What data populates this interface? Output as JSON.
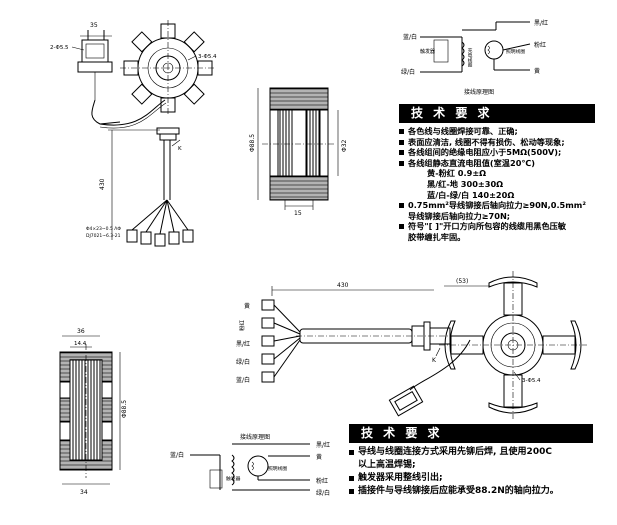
{
  "wiring_top": {
    "title": "接线原理图",
    "left_labels": [
      "蓝/白",
      "绿/白"
    ],
    "right_labels": [
      "黑/红",
      "粉红",
      "黄"
    ],
    "coil_trigger": "触发器",
    "coil_charge": "充电线圈",
    "coil_lighting": "照明线圈"
  },
  "spec1": {
    "title": "技 术 要 求",
    "items": [
      "各色线与线圈焊接可靠、正确;",
      "表面应清洁, 线圈不得有损伤、松动等现象;",
      "各线组间的绝缘电阻应小于5MΩ(500V);",
      "各线组静态直流电阻值(室温20℃)"
    ],
    "resistance_rows": [
      "黄-粉红 0.9±Ω",
      "黑/红-地 300±30Ω",
      "蓝/白-绿/白 140±20Ω"
    ],
    "items_b": [
      "0.75mm²导线铆接后轴向拉力≥90N,0.5mm²",
      "导线铆接后轴向拉力≥70N;",
      "符号\"[ ]\"开口方向所包容的线缆用黑色压敏",
      "胶带缠扎牢固。"
    ]
  },
  "spec2": {
    "title": "技 术 要 求",
    "items": [
      "导线与线圈连接方式采用先铆后焊, 且使用200C",
      "以上高温焊锡;",
      "触发器采用整线引出;",
      "插接件与导线铆接后应能承受88.2N的轴向拉力。"
    ]
  },
  "wiring_bottom": {
    "title": "接线原理图",
    "left_label": "蓝/白",
    "right_labels": [
      "黑/红",
      "黄",
      "粉红",
      "绿/白"
    ],
    "coil_trigger": "触发器",
    "coil_lighting": "照明线圈"
  },
  "dims": {
    "top_left_35": "35",
    "top_left_hole": "2-Φ5.5",
    "top_left_hole2": "3-Φ5.4",
    "top_left_430": "430",
    "top_left_note": "Φ4×23~0.5 ΛΦ",
    "top_left_note2": "DJ7021~6.3-21",
    "mid_885": "Φ88.5",
    "mid_32": "Φ32",
    "mid_15": "15",
    "bot_left_36": "36",
    "bot_left_144": "14.4",
    "bot_left_885": "Φ88.5",
    "bot_left_34": "34",
    "bot_430": "430",
    "bot_53": "(53)",
    "bot_hole": "3-Φ5.4",
    "bot_K": "K",
    "lead_labels": [
      "黄",
      "粉红",
      "黑/红",
      "绿/白",
      "蓝/白"
    ]
  }
}
